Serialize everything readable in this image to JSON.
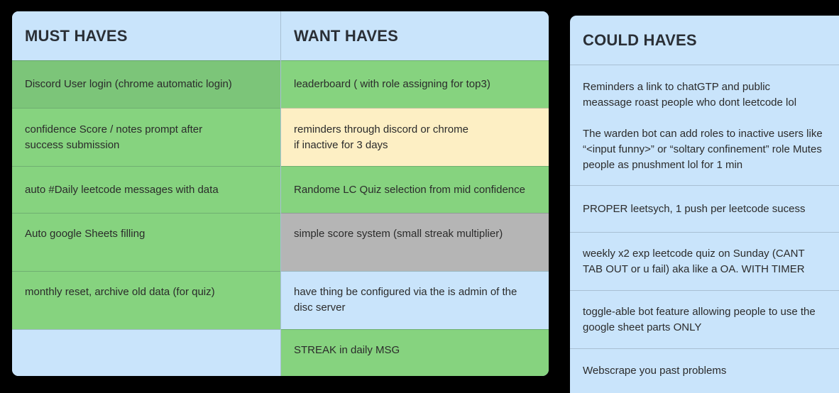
{
  "colors": {
    "background": "#000000",
    "blue": "#c9e4fb",
    "green": "#86d37f",
    "green_dark": "#7cc579",
    "yellow": "#fdefc4",
    "gray": "#b5b5b5"
  },
  "must": {
    "header": "MUST HAVES",
    "items": [
      "Discord User login (chrome automatic login)",
      "confidence Score / notes prompt after success submission",
      "auto #Daily leetcode messages with data",
      "Auto google Sheets filling",
      "monthly reset, archive old data (for quiz)",
      ""
    ]
  },
  "want": {
    "header": "WANT HAVES",
    "items": [
      "leaderboard ( with role assigning for top3)",
      "reminders through discord or chrome",
      "if inactive for 3 days",
      "Randome LC Quiz selection from mid confidence",
      "simple score system (small streak multiplier)",
      "have thing be configured via the is admin of the disc server",
      "STREAK in daily MSG"
    ]
  },
  "could": {
    "header": "COULD HAVES",
    "items": [
      "Reminders a link to chatGTP and public meassage roast people who dont leetcode lol",
      "The warden bot can add roles to inactive users like “<input funny>” or “soltary confinement” role Mutes people as pnushment lol for 1 min",
      "PROPER leetsych, 1 push per leetcode sucess",
      "weekly x2 exp leetcode quiz on Sunday (CANT TAB OUT or u fail) aka like a OA. WITH TIMER",
      "toggle-able bot feature allowing people to use the google sheet parts ONLY",
      "Webscrape you past problems"
    ]
  }
}
